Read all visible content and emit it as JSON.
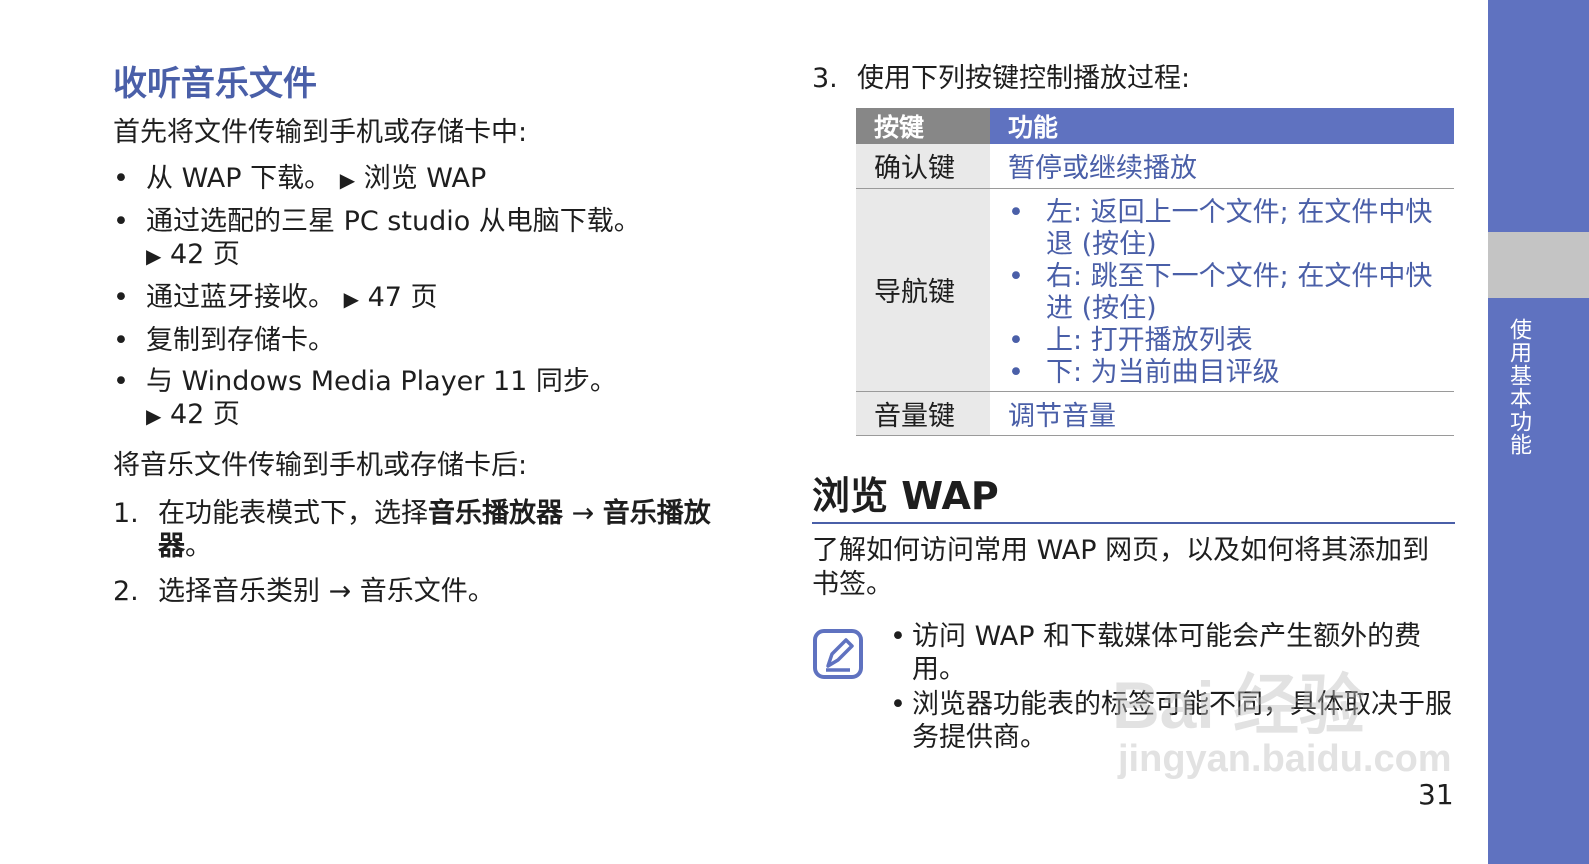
{
  "left": {
    "title": "收听音乐文件",
    "intro": "首先将文件传输到手机或存储卡中:",
    "sources": [
      {
        "text": "从 WAP 下载。",
        "ref": "浏览 WAP"
      },
      {
        "text": "通过选配的三星 PC studio 从电脑下载。",
        "ref": "42 页"
      },
      {
        "text": "通过蓝牙接收。",
        "ref": "47 页"
      },
      {
        "text": "复制到存储卡。",
        "ref": ""
      },
      {
        "text": "与 Windows Media Player 11 同步。",
        "ref": "42 页"
      }
    ],
    "after": "将音乐文件传输到手机或存储卡后:",
    "steps": {
      "one_num": "1.",
      "one_a": "在功能表模式下，选择",
      "one_b": "音乐播放器",
      "one_arrow": " → ",
      "one_c": "音乐播放器",
      "one_end": "。",
      "two_num": "2.",
      "two": "选择音乐类别 → 音乐文件。"
    }
  },
  "right": {
    "step3_num": "3.",
    "step3": "使用下列按键控制播放过程:",
    "table": {
      "head_key": "按键",
      "head_func": "功能",
      "row1_key": "确认键",
      "row1_func": "暂停或继续播放",
      "row2_key": "导航键",
      "row2_items": [
        "左: 返回上一个文件; 在文件中快退 (按住)",
        "右: 跳至下一个文件; 在文件中快进 (按住)",
        "上: 打开播放列表",
        "下: 为当前曲目评级"
      ],
      "row3_key": "音量键",
      "row3_func": "调节音量"
    },
    "wap_title": "浏览 WAP",
    "wap_intro": "了解如何访问常用 WAP 网页，以及如何将其添加到书签。",
    "notes": [
      "访问 WAP 和下载媒体可能会产生额外的费用。",
      "浏览器功能表的标签可能不同，具体取决于服务提供商。"
    ]
  },
  "sidebar_label": "使用基本功能",
  "page_number": "31",
  "watermark": {
    "big": "Bai 经验",
    "small": "jingyan.baidu.com"
  },
  "colors": {
    "accent": "#5f72c0",
    "heading": "#4a5fa8",
    "key_header": "#878787",
    "key_cell": "#e9e9e9"
  }
}
